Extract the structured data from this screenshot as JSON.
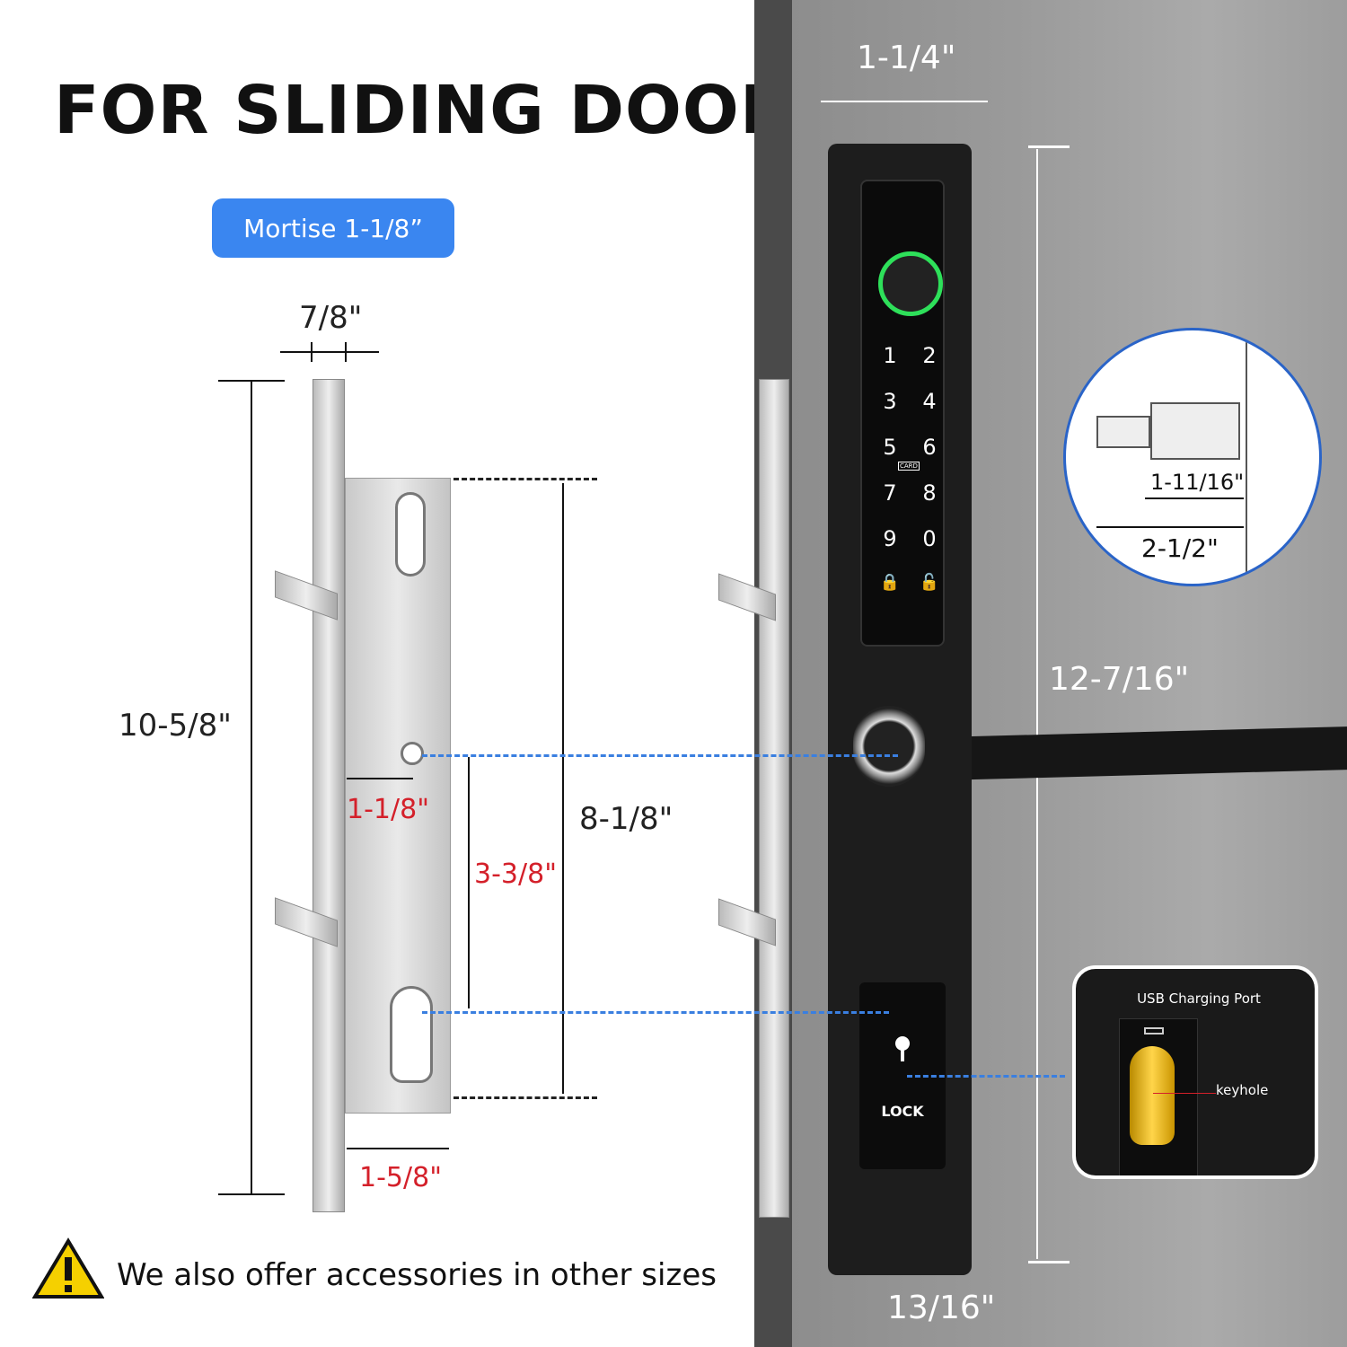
{
  "title": "FOR SLIDING DOOR",
  "badge": "Mortise 1-1/8”",
  "mortise_dims": {
    "faceplate_width": "7/8\"",
    "overall_height": "10-5/8\"",
    "backset": "1-1/8\"",
    "center_distance": "3-3/8\"",
    "case_height": "8-1/8\"",
    "cylinder_backset": "1-5/8\""
  },
  "lock_dims": {
    "width": "1-1/4\"",
    "height": "12-7/16\"",
    "depth": "13/16\""
  },
  "spindle_detail": {
    "inner": "1-11/16\"",
    "outer": "2-1/2\""
  },
  "keypad": {
    "keys": [
      "1",
      "2",
      "3",
      "4",
      "5",
      "6",
      "7",
      "8",
      "9",
      "0"
    ],
    "card_label": "CARD",
    "lock_label": "LOCK"
  },
  "inset": {
    "usb_label": "USB Charging Port",
    "keyhole_label": "keyhole"
  },
  "notice": "We also offer accessories in other sizes",
  "colors": {
    "accent": "#3a86f0",
    "red": "#d4202a",
    "fingerprint_ring": "#2ee05a"
  }
}
